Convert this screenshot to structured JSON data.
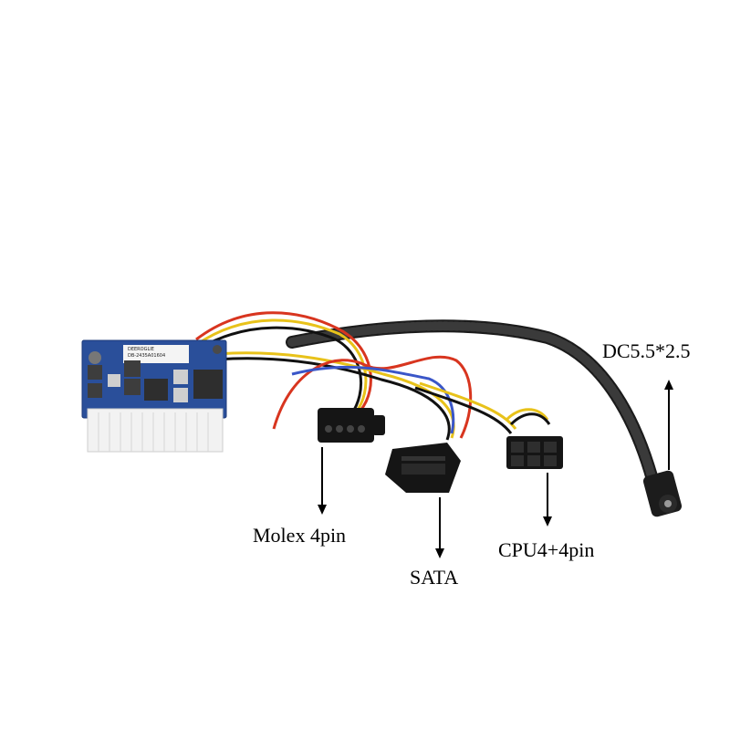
{
  "labels": {
    "dc": "DC5.5*2.5",
    "molex": "Molex 4pin",
    "sata": "SATA",
    "cpu": "CPU4+4pin"
  },
  "pcb": {
    "brand": "DEEROGLIE",
    "code": "DB-2435A01604"
  },
  "colors": {
    "pcb_blue": "#2a4f9a",
    "sleeve_black": "#1a1a1a",
    "wire_red": "#d8351f",
    "wire_yellow": "#e8c21a",
    "wire_black": "#111111",
    "wire_orange": "#e8781f",
    "wire_blue": "#3a56c8",
    "connector_white": "#f2f2f2",
    "connector_black": "#151515"
  }
}
